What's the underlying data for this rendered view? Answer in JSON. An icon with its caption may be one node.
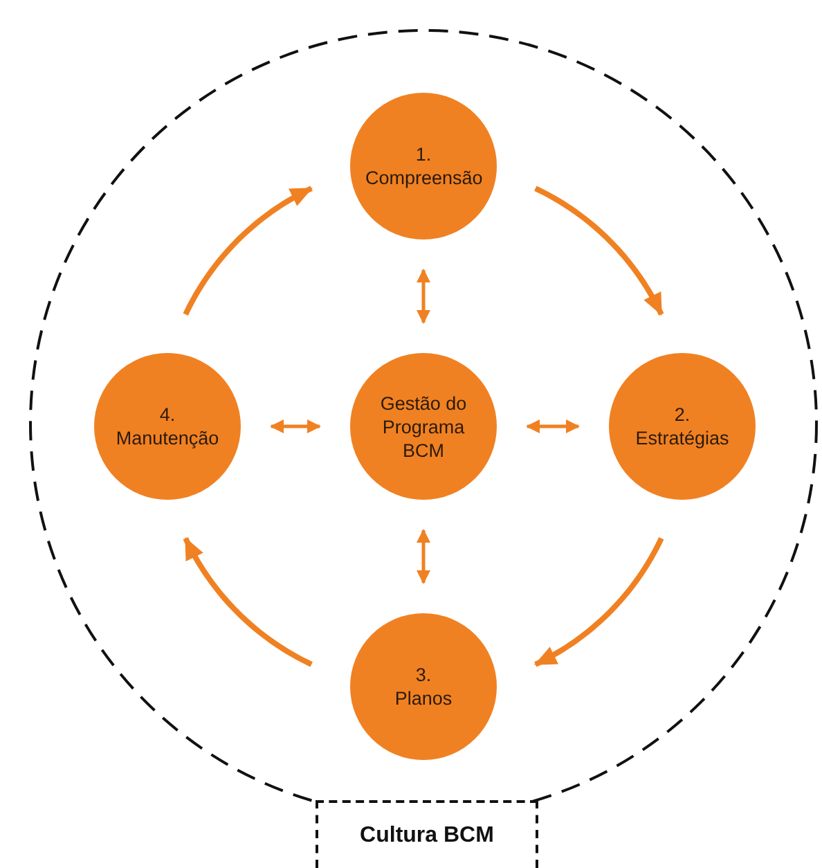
{
  "diagram": {
    "nodes": [
      {
        "text": [
          "Cultura BCM"
        ]
      },
      {
        "text": [
          "1.",
          "Compreensão"
        ],
        "in": 0
      },
      {
        "text": [
          "4.",
          "Manutenção"
        ],
        "in": 0
      },
      {
        "text": [
          "Gestão do Programa BCM"
        ],
        "in": 0
      },
      {
        "text": [
          "2.",
          "Estratégias"
        ],
        "in": 0
      },
      {
        "text": [
          "3.",
          "Planos"
        ],
        "in": 0
      }
    ],
    "edges": [
      {
        "from": 2,
        "to": 1,
        "arrow": "to"
      },
      {
        "from": 1,
        "to": 4,
        "arrow": "to"
      },
      {
        "from": 4,
        "to": 5,
        "arrow": "to"
      },
      {
        "from": 5,
        "to": 2,
        "arrow": "to"
      },
      {
        "from": 3,
        "to": 1,
        "arrow": "both"
      },
      {
        "from": 3,
        "to": 2,
        "arrow": "both"
      },
      {
        "from": 3,
        "to": 4,
        "arrow": "both"
      },
      {
        "from": 3,
        "to": 5,
        "arrow": "both"
      }
    ]
  }
}
